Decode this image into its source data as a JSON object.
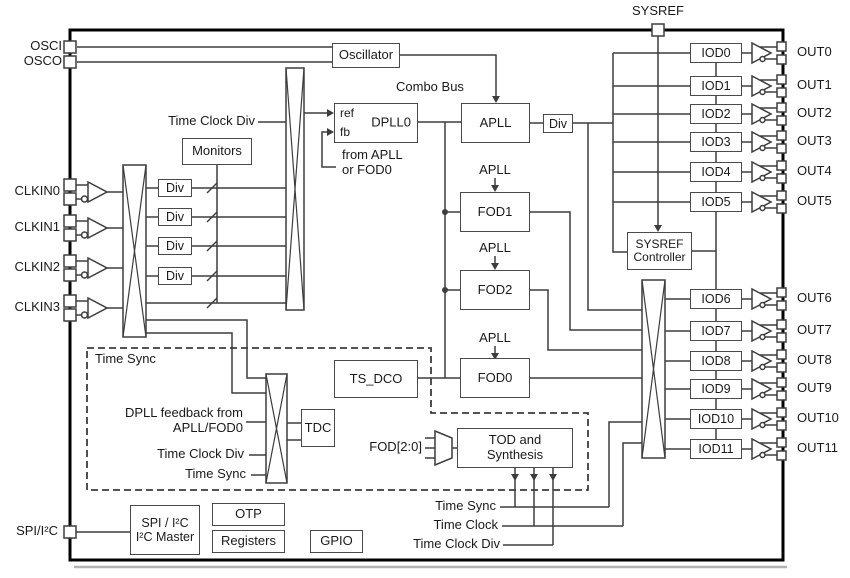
{
  "pins": {
    "osci": "OSCI",
    "osco": "OSCO",
    "clkin": [
      "CLKIN0",
      "CLKIN1",
      "CLKIN2",
      "CLKIN3"
    ],
    "spi": "SPI/I²C",
    "sysref": "SYSREF",
    "out": [
      "OUT0",
      "OUT1",
      "OUT2",
      "OUT3",
      "OUT4",
      "OUT5",
      "OUT6",
      "OUT7",
      "OUT8",
      "OUT9",
      "OUT10",
      "OUT11"
    ]
  },
  "blocks": {
    "oscillator": "Oscillator",
    "monitors": "Monitors",
    "div": "Div",
    "dpll0": "DPLL0",
    "dpll0_ref": "ref",
    "dpll0_fb": "fb",
    "apll": "APLL",
    "apll_div": "Div",
    "fod1": "FOD1",
    "fod2": "FOD2",
    "fod0": "FOD0",
    "ts_dco": "TS_DCO",
    "tdc": "TDC",
    "tod_line1": "TOD and",
    "tod_line2": "Synthesis",
    "sysref_ctrl_line1": "SYSREF",
    "sysref_ctrl_line2": "Controller",
    "spi_line1": "SPI / I²C",
    "spi_line2": "I²C Master",
    "otp": "OTP",
    "registers": "Registers",
    "gpio": "GPIO",
    "iod": [
      "IOD0",
      "IOD1",
      "IOD2",
      "IOD3",
      "IOD4",
      "IOD5",
      "IOD6",
      "IOD7",
      "IOD8",
      "IOD9",
      "IOD10",
      "IOD11"
    ]
  },
  "labels": {
    "combo_bus": "Combo Bus",
    "time_clock_div_top": "Time Clock Div",
    "from_apll_line1": "from APLL",
    "from_apll_line2": "or FOD0",
    "apll_src": "APLL",
    "time_sync_region": "Time Sync",
    "dpll_fb_line1": "DPLL feedback from",
    "dpll_fb_line2": "APLL/FOD0",
    "time_clock_div_mux": "Time Clock Div",
    "time_sync_mux": "Time Sync",
    "fod_bus": "FOD[2:0]",
    "net_time_sync": "Time Sync",
    "net_time_clock": "Time Clock",
    "net_time_clock_div": "Time Clock Div"
  },
  "colors": {
    "wire": "#3d3d3d",
    "border": "#000000",
    "text": "#1a1a1a",
    "background": "#ffffff"
  }
}
